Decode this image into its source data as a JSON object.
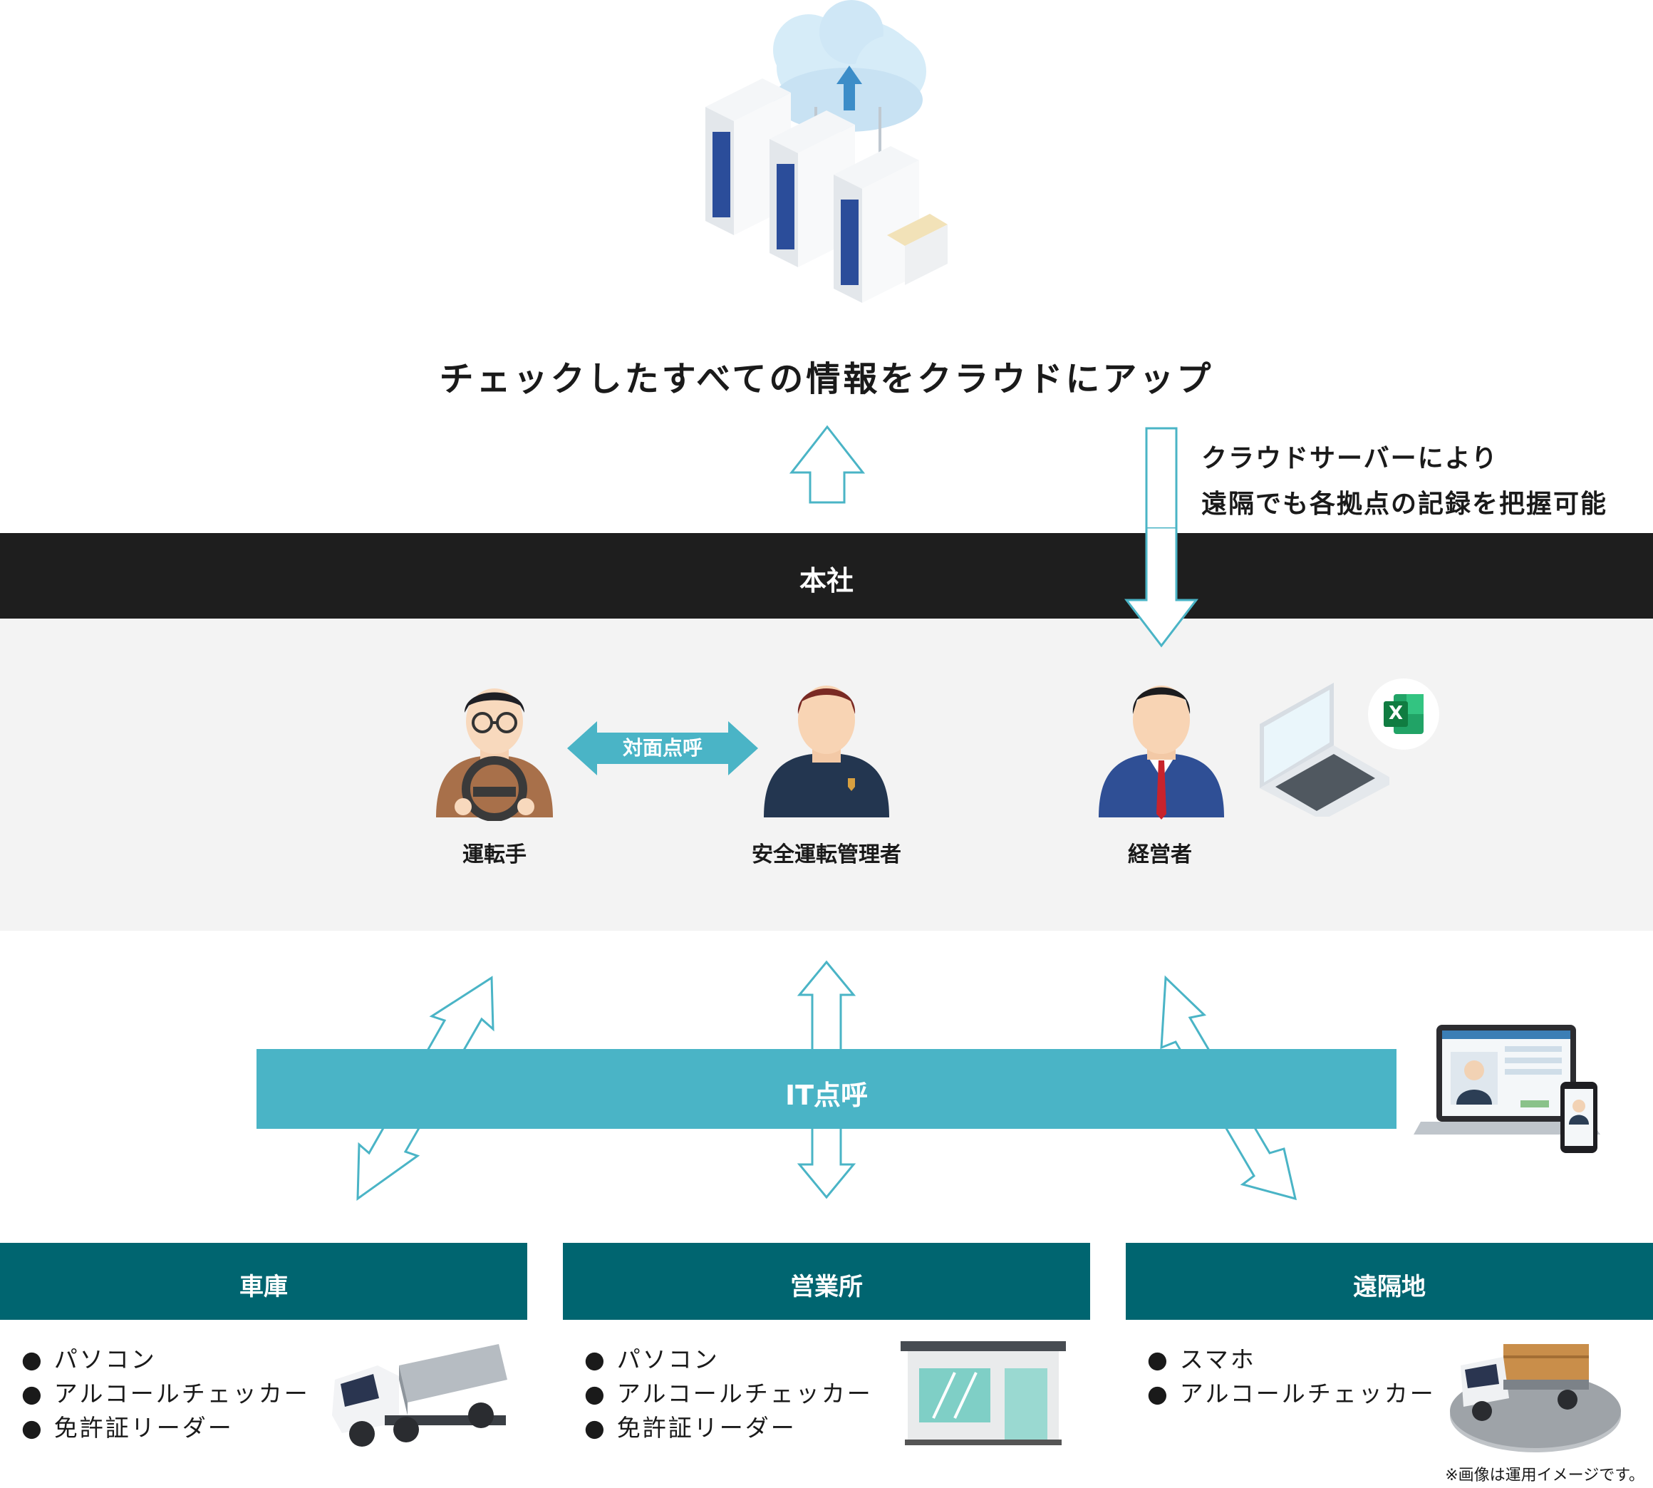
{
  "headline": "チェックしたすべての情報をクラウドにアップ",
  "cloud_note": [
    "クラウドサーバーにより",
    "遠隔でも各拠点の記録を把握可能"
  ],
  "hq_label": "本社",
  "face_to_face_label": "対面点呼",
  "roles": {
    "driver": "運転手",
    "safety_manager": "安全運転管理者",
    "executive": "経営者"
  },
  "it_label": "IT点呼",
  "locations": [
    {
      "name": "車庫",
      "items": [
        "パソコン",
        "アルコールチェッカー",
        "免許証リーダー"
      ]
    },
    {
      "name": "営業所",
      "items": [
        "パソコン",
        "アルコールチェッカー",
        "免許証リーダー"
      ]
    },
    {
      "name": "遠隔地",
      "items": [
        "スマホ",
        "アルコールチェッカー"
      ]
    }
  ],
  "excel_letter": "X",
  "footnote": "※画像は運用イメージです。",
  "colors": {
    "hq_band": "#1e1e1e",
    "it_band": "#4ab4c6",
    "location_band": "#006570",
    "panel": "#f3f3f3",
    "arrow": "#4ab4c6"
  }
}
